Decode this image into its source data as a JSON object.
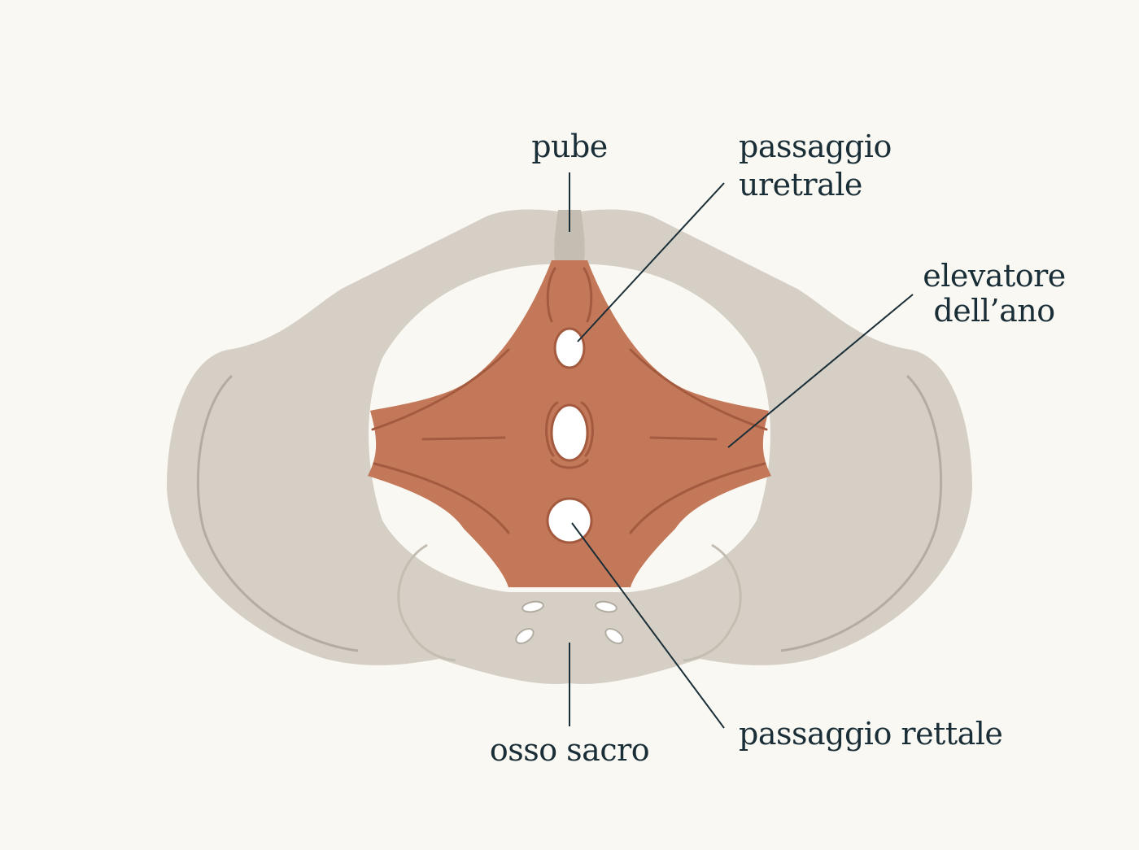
{
  "colors": {
    "background": "#faf8f2",
    "bone": "#d5cfc5",
    "bone_line": "#b3aca2",
    "muscle": "#c4785a",
    "muscle_line": "#a45a3f",
    "opening": "#ffffff",
    "text": "#1a2e38",
    "leader_line": "#1a2e38"
  },
  "labels": {
    "pube": "pube",
    "uretrale_line1": "passaggio",
    "uretrale_line2": "uretrale",
    "elevatore_line1": "elevatore",
    "elevatore_line2": "dell’ano",
    "rettale": "passaggio rettale",
    "sacro": "osso sacro"
  }
}
